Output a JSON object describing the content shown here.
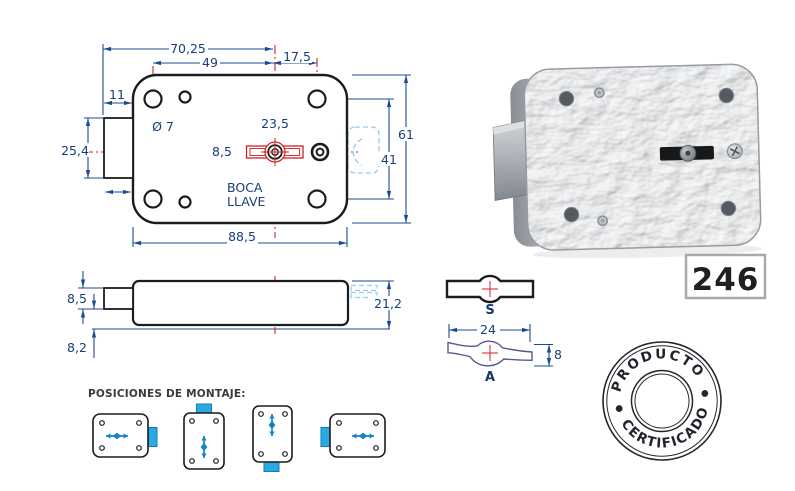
{
  "product": {
    "code": "246"
  },
  "front_view": {
    "dim_width_to_key_center": "70,25",
    "dim_hole_to_key_center": "49",
    "dim_key_center_to_hole": "17,5",
    "dim_latch_width": "11",
    "dim_hole_diameter": "Ø 7",
    "dim_keyhole_width": "23,5",
    "dim_keyhole_height": "8,5",
    "dim_latch_height": "25,4",
    "dim_total_width": "88,5",
    "dim_total_height": "61",
    "dim_hole_spacing": "41",
    "keyhole_label_line1": "BOCA",
    "keyhole_label_line2": "LLAVE"
  },
  "side_view": {
    "dim_latch_thickness": "8,5",
    "dim_back_offset": "8,2",
    "dim_total_depth": "21,2"
  },
  "key_sections": {
    "s_label": "S",
    "a_label": "A",
    "dim_key_width": "24",
    "dim_key_height": "8"
  },
  "stamp": {
    "top_text": "PRODUCTO",
    "bottom_text": "CERTIFICADO"
  },
  "mounting": {
    "title": "POSICIONES DE MONTAJE:"
  },
  "colors": {
    "dimension_blue": "#1b4a94",
    "centerline_red": "#d21f26",
    "hidden_line_blue": "#8fcdeb",
    "latch_cyan": "#29abe2",
    "outline_black": "#1c1c1c",
    "stamp_ink": "#26262e"
  }
}
